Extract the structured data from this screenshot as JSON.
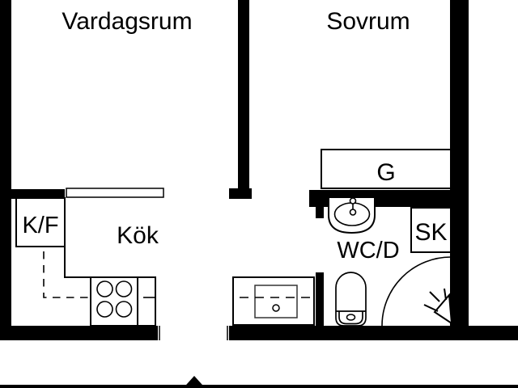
{
  "plan": {
    "type": "apartment-floor-plan",
    "rooms": {
      "living_room": {
        "label": "Vardagsrum"
      },
      "bedroom": {
        "label": "Sovrum"
      },
      "kitchen": {
        "label": "Kök"
      },
      "bathroom": {
        "label": "WC/D"
      }
    },
    "storage": {
      "wardrobe": {
        "label": "G"
      },
      "fridge_freezer": {
        "label": "K/F"
      },
      "cleaning_cabinet": {
        "label": "SK"
      }
    },
    "fixtures": {
      "stove": "stove-4-burners-icon",
      "washbasin": "washbasin-icon",
      "toilet": "toilet-icon",
      "shower": "shower-quarter-circle-icon",
      "entrance": "entrance-arrow-icon",
      "hall_cabinet": "cabinet-icon",
      "kitchen_pass": "opening-bar-icon"
    },
    "colors": {
      "wall": "#000000",
      "background": "#ffffff",
      "line": "#000000",
      "text": "#000000"
    }
  }
}
